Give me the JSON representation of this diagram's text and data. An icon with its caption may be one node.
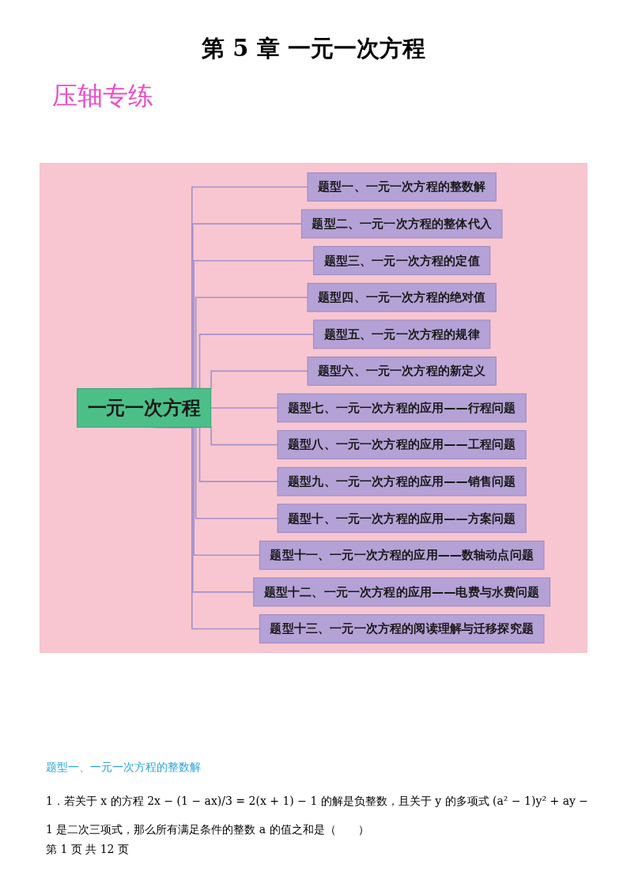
{
  "diagram": {
    "title": "第 5 章  一元一次方程",
    "nodes": [
      {
        "text": [
          "一元一次方程"
        ]
      },
      {
        "text": [
          "题型一、一元一次方程的整数解"
        ]
      },
      {
        "text": [
          "题型二、一元一次方程的整体代入"
        ]
      },
      {
        "text": [
          "题型三、一元一次方程的定值"
        ]
      },
      {
        "text": [
          "题型四、一元一次方程的绝对值"
        ]
      },
      {
        "text": [
          "题型五、一元一次方程的规律"
        ]
      },
      {
        "text": [
          "题型六、一元一次方程的新定义"
        ]
      },
      {
        "text": [
          "题型七、一元一次方程的应用——行程问题"
        ]
      },
      {
        "text": [
          "题型八、一元一次方程的应用——工程问题"
        ]
      },
      {
        "text": [
          "题型九、一元一次方程的应用——销售问题"
        ]
      },
      {
        "text": [
          "题型十、一元一次方程的应用——方案问题"
        ]
      },
      {
        "text": [
          "题型十一、一元一次方程的应用——数轴动点问题"
        ]
      },
      {
        "text": [
          "题型十二、一元一次方程的应用——电费与水费问题"
        ]
      },
      {
        "text": [
          "题型十三、一元一次方程的阅读理解与迁移探究题"
        ]
      }
    ],
    "edges": [
      {
        "from": 0,
        "to": 1,
        "arrow": "none"
      },
      {
        "from": 0,
        "to": 2,
        "arrow": "none"
      },
      {
        "from": 0,
        "to": 3,
        "arrow": "none"
      },
      {
        "from": 0,
        "to": 4,
        "arrow": "none"
      },
      {
        "from": 0,
        "to": 5,
        "arrow": "none"
      },
      {
        "from": 0,
        "to": 6,
        "arrow": "none"
      },
      {
        "from": 0,
        "to": 7,
        "arrow": "none"
      },
      {
        "from": 0,
        "to": 8,
        "arrow": "none"
      },
      {
        "from": 0,
        "to": 9,
        "arrow": "none"
      },
      {
        "from": 0,
        "to": 10,
        "arrow": "none"
      },
      {
        "from": 0,
        "to": 11,
        "arrow": "none"
      },
      {
        "from": 0,
        "to": 12,
        "arrow": "none"
      },
      {
        "from": 0,
        "to": 13,
        "arrow": "none"
      }
    ],
    "labels": [
      "压轴专练",
      "题型一、一元一次方程的整数解",
      "1．若关于 x 的方程 2x − (1 − ax)/3 = 2(x + 1) − 1 的解是负整数，且关于 y 的多项式 (a² − 1)y² + ay − 1 是二次三项式，那么所有满足条件的整数 a 的值之和是（　　）",
      "第 1 页 共 12 页"
    ]
  }
}
